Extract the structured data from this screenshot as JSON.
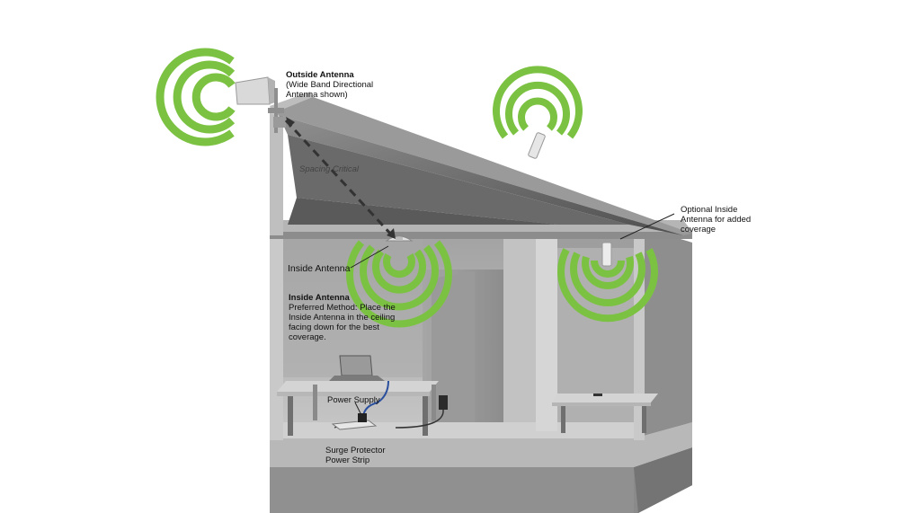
{
  "colors": {
    "signal_green": "#7cc242",
    "wall_light": "#b3b3b3",
    "wall_mid": "#9c9c9c",
    "wall_dark": "#7d7d7d",
    "roof_top": "#a5a5a5",
    "roof_under": "#5f5f5f",
    "floor": "#bdbdbd",
    "foundation": "#8a8a8a",
    "cable_blue": "#2a4f9c"
  },
  "labels": {
    "outside_antenna": {
      "title": "Outside Antenna",
      "line1": "(Wide Band Directional",
      "line2": "Antenna shown)"
    },
    "spacing": "Spacing Critical",
    "optional_inside": {
      "line1": "Optional Inside",
      "line2": "Antenna for added",
      "line3": "coverage"
    },
    "inside_antenna": "Inside Antenna",
    "inside_note": {
      "title": "Inside Antenna",
      "line1": "Preferred Method: Place the",
      "line2": "Inside Antenna in the ceiling",
      "line3": "facing down for the best",
      "line4": "coverage."
    },
    "power_supply": "Power Supply",
    "surge": {
      "line1": "Surge Protector",
      "line2": "Power Strip"
    }
  }
}
